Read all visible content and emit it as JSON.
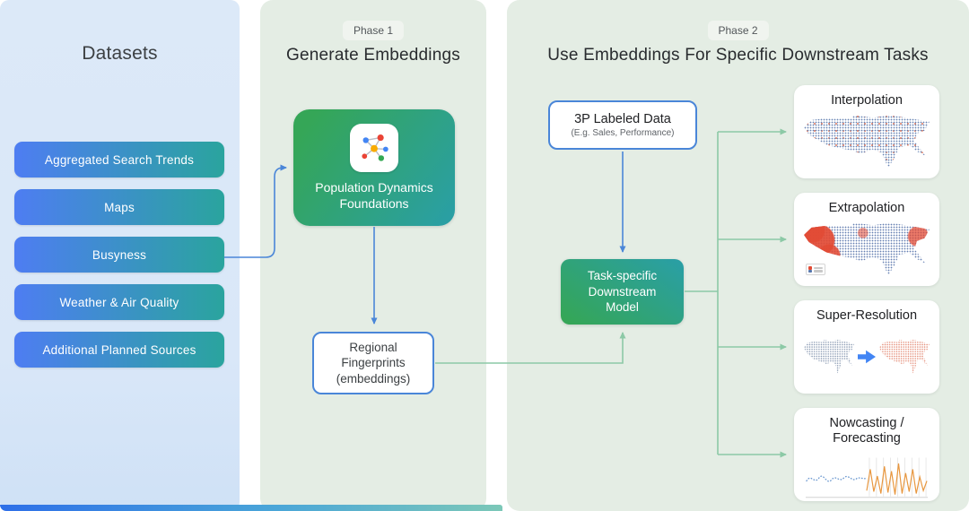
{
  "colors": {
    "pill_gradient_start": "#4e7df2",
    "pill_gradient_end": "#2aa49e",
    "model_gradient_start": "#35a657",
    "model_gradient_end": "#2a9fa3",
    "blue_accent": "#4a86d8",
    "green_accent": "#8cc9a6",
    "panel_blue": "#d9e7f8",
    "panel_green": "#e4ede4"
  },
  "datasets": {
    "title": "Datasets",
    "items": [
      "Aggregated Search Trends",
      "Maps",
      "Busyness",
      "Weather & Air Quality",
      "Additional Planned Sources"
    ]
  },
  "phase1": {
    "badge": "Phase 1",
    "title": "Generate Embeddings",
    "model_label": "Population Dynamics Foundations",
    "output_label": "Regional Fingerprints (embeddings)"
  },
  "phase2": {
    "badge": "Phase 2",
    "title": "Use Embeddings For Specific Downstream Tasks",
    "labeled_data": {
      "title": "3P Labeled Data",
      "subtitle": "(E.g. Sales, Performance)"
    },
    "model_label": "Task-specific Downstream Model",
    "tasks": [
      {
        "label": "Interpolation"
      },
      {
        "label": "Extrapolation"
      },
      {
        "label": "Super-Resolution"
      },
      {
        "label": "Nowcasting / Forecasting"
      }
    ]
  }
}
